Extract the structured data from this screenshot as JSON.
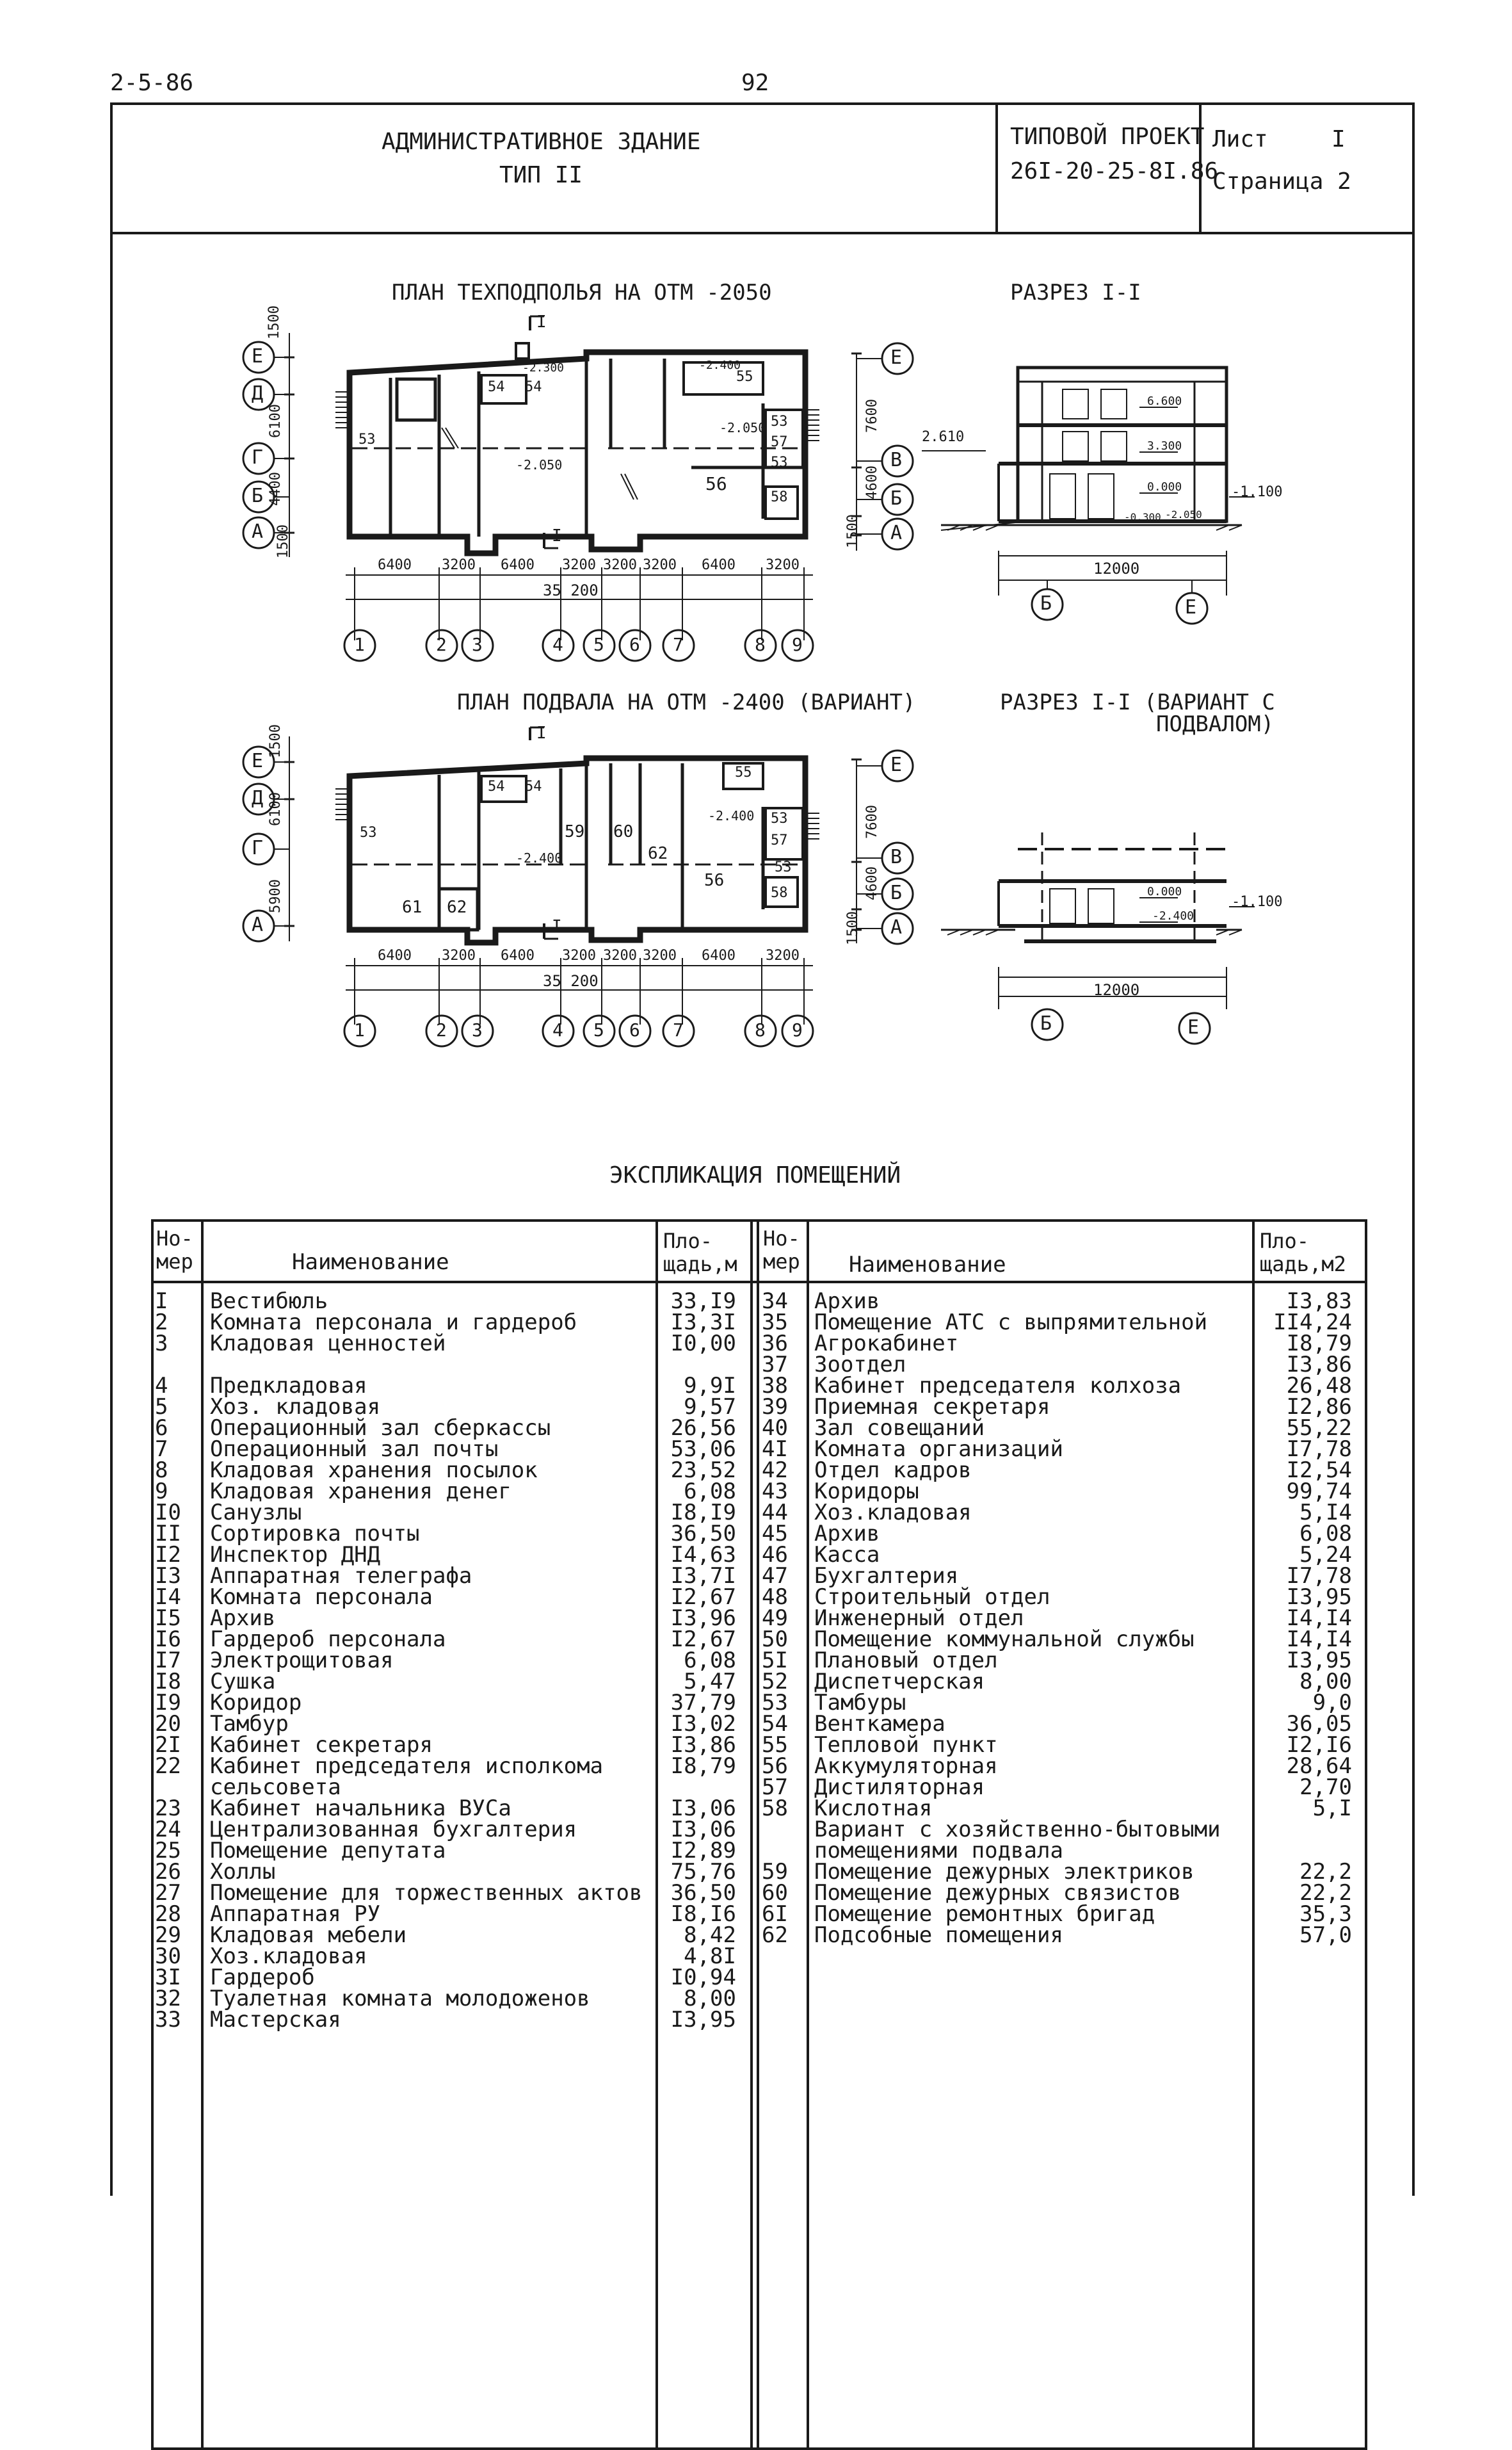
{
  "header": {
    "code": "2-5-86",
    "page_number": "92",
    "title_line1": "АДМИНИСТРАТИВНОЕ ЗДАНИЕ",
    "title_line2": "ТИП II",
    "project_label": "ТИПОВОЙ ПРОЕКТ",
    "project_number": "26I-20-25-8I.86",
    "sheet_label": "Лист",
    "sheet_value": "I",
    "page_label": "Страница 2"
  },
  "drawings": {
    "plan1_title": "ПЛАН ТЕХПОДПОЛЬЯ НА ОТМ -2050",
    "section1_title": "РАЗРЕЗ I-I",
    "plan2_title": "ПЛАН ПОДВАЛА НА ОТМ -2400 (ВАРИАНТ)",
    "section2_title_line1": "РАЗРЕЗ I-I (ВАРИАНТ С",
    "section2_title_line2": "ПОДВАЛОМ)",
    "axes_letters_left": [
      "Е",
      "Д",
      "Г",
      "Б",
      "А"
    ],
    "axes_letters_right": [
      "Е",
      "В",
      "Б",
      "А"
    ],
    "axes_numbers": [
      "1",
      "2",
      "3",
      "4",
      "5",
      "6",
      "7",
      "8",
      "9"
    ],
    "dims_bottom": [
      "6400",
      "3200",
      "6400",
      "3200",
      "3200",
      "3200",
      "6400",
      "3200"
    ],
    "dim_total": "35 200",
    "dims_left_plan1": [
      "1500",
      "6100",
      "4400",
      "1500"
    ],
    "dims_left_plan2": [
      "1500",
      "6100",
      "5900"
    ],
    "dims_right": [
      "7600",
      "4600",
      "1500"
    ],
    "plan1_rooms": [
      "53",
      "54",
      "54",
      "55",
      "53",
      "57",
      "53",
      "56",
      "58"
    ],
    "plan1_levels": [
      "-2.050",
      "-2.050",
      "-2.300",
      "-2.400"
    ],
    "plan1_section_mark": "I",
    "plan2_rooms": [
      "53",
      "54",
      "54",
      "59",
      "60",
      "55",
      "53",
      "57",
      "62",
      "56",
      "53",
      "58",
      "61",
      "62"
    ],
    "plan2_levels": [
      "-2.400",
      "-2.400"
    ],
    "section1_levels": [
      "6.600",
      "3.300",
      "0.000",
      "-0.300",
      "-2.050",
      "2.610",
      "-1.100"
    ],
    "section1_dim": "12000",
    "section1_axes": [
      "Б",
      "Е"
    ],
    "section2_levels": [
      "0.000",
      "-2.400",
      "-1.100"
    ],
    "section2_dim": "12000",
    "section2_axes": [
      "Б",
      "Е"
    ]
  },
  "table": {
    "title": "ЭКСПЛИКАЦИЯ ПОМЕЩЕНИЙ",
    "col_no_line1": "Но-",
    "col_no_line2": "мер",
    "col_name": "Наименование",
    "col_area_line1": "Пло-",
    "col_area_line2_left": "щадь,м",
    "col_area_line2_right": "щадь,м2",
    "left_rows": [
      {
        "no": "I",
        "name": "Вестибюль",
        "area": "33,I9"
      },
      {
        "no": "2",
        "name": "Комната персонала и гардероб",
        "area": "I3,3I"
      },
      {
        "no": "3",
        "name": "Кладовая ценностей",
        "area": "I0,00"
      },
      {
        "no": "",
        "name": "",
        "area": ""
      },
      {
        "no": "4",
        "name": "Предкладовая",
        "area": "9,9I"
      },
      {
        "no": "5",
        "name": "Хоз. кладовая",
        "area": "9,57"
      },
      {
        "no": "6",
        "name": "Операционный зал сберкассы",
        "area": "26,56"
      },
      {
        "no": "7",
        "name": "Операционный зал почты",
        "area": "53,06"
      },
      {
        "no": "8",
        "name": "Кладовая хранения посылок",
        "area": "23,52"
      },
      {
        "no": "9",
        "name": "Кладовая хранения денег",
        "area": "6,08"
      },
      {
        "no": "I0",
        "name": "Санузлы",
        "area": "I8,I9"
      },
      {
        "no": "II",
        "name": "Сортировка почты",
        "area": "36,50"
      },
      {
        "no": "I2",
        "name": "Инспектор ДНД",
        "area": "I4,63"
      },
      {
        "no": "I3",
        "name": "Аппаратная телеграфа",
        "area": "I3,7I"
      },
      {
        "no": "I4",
        "name": "Комната персонала",
        "area": "I2,67"
      },
      {
        "no": "I5",
        "name": "Архив",
        "area": "I3,96"
      },
      {
        "no": "I6",
        "name": "Гардероб персонала",
        "area": "I2,67"
      },
      {
        "no": "I7",
        "name": "Электрощитовая",
        "area": "6,08"
      },
      {
        "no": "I8",
        "name": "Сушка",
        "area": "5,47"
      },
      {
        "no": "I9",
        "name": "Коридор",
        "area": "37,79"
      },
      {
        "no": "20",
        "name": "Тамбур",
        "area": "I3,02"
      },
      {
        "no": "2I",
        "name": "Кабинет секретаря",
        "area": "I3,86"
      },
      {
        "no": "22",
        "name": "Кабинет председателя исполкома",
        "area": "I8,79"
      },
      {
        "no": "",
        "name": "сельсовета",
        "area": ""
      },
      {
        "no": "23",
        "name": "Кабинет начальника ВУСа",
        "area": "I3,06"
      },
      {
        "no": "24",
        "name": "Централизованная бухгалтерия",
        "area": "I3,06"
      },
      {
        "no": "25",
        "name": "Помещение депутата",
        "area": "I2,89"
      },
      {
        "no": "26",
        "name": "Холлы",
        "area": "75,76"
      },
      {
        "no": "27",
        "name": "Помещение для торжественных актов",
        "area": "36,50"
      },
      {
        "no": "28",
        "name": "Аппаратная РУ",
        "area": "I8,I6"
      },
      {
        "no": "29",
        "name": "Кладовая мебели",
        "area": "8,42"
      },
      {
        "no": "30",
        "name": "Хоз.кладовая",
        "area": "4,8I"
      },
      {
        "no": "3I",
        "name": "Гардероб",
        "area": "I0,94"
      },
      {
        "no": "32",
        "name": "Туалетная комната молодоженов",
        "area": "8,00"
      },
      {
        "no": "33",
        "name": "Мастерская",
        "area": "I3,95"
      }
    ],
    "right_rows": [
      {
        "no": "34",
        "name": "Архив",
        "area": "I3,83"
      },
      {
        "no": "35",
        "name": "Помещение АТС с выпрямительной",
        "area": "II4,24"
      },
      {
        "no": "36",
        "name": "Агрокабинет",
        "area": "I8,79"
      },
      {
        "no": "37",
        "name": "Зоотдел",
        "area": "I3,86"
      },
      {
        "no": "38",
        "name": "Кабинет председателя колхоза",
        "area": "26,48"
      },
      {
        "no": "39",
        "name": "Приемная секретаря",
        "area": "I2,86"
      },
      {
        "no": "40",
        "name": "Зал совещаний",
        "area": "55,22"
      },
      {
        "no": "4I",
        "name": "Комната организаций",
        "area": "I7,78"
      },
      {
        "no": "42",
        "name": "Отдел кадров",
        "area": "I2,54"
      },
      {
        "no": "43",
        "name": "Коридоры",
        "area": "99,74"
      },
      {
        "no": "44",
        "name": "Хоз.кладовая",
        "area": "5,I4"
      },
      {
        "no": "45",
        "name": "Архив",
        "area": "6,08"
      },
      {
        "no": "46",
        "name": "Касса",
        "area": "5,24"
      },
      {
        "no": "47",
        "name": "Бухгалтерия",
        "area": "I7,78"
      },
      {
        "no": "48",
        "name": "Строительный отдел",
        "area": "I3,95"
      },
      {
        "no": "49",
        "name": "Инженерный отдел",
        "area": "I4,I4"
      },
      {
        "no": "50",
        "name": "Помещение коммунальной службы",
        "area": "I4,I4"
      },
      {
        "no": "5I",
        "name": "Плановый отдел",
        "area": "I3,95"
      },
      {
        "no": "52",
        "name": "Диспетчерская",
        "area": "8,00"
      },
      {
        "no": "53",
        "name": "Тамбуры",
        "area": "9,0"
      },
      {
        "no": "54",
        "name": "Венткамера",
        "area": "36,05"
      },
      {
        "no": "55",
        "name": "Тепловой пункт",
        "area": "I2,I6"
      },
      {
        "no": "56",
        "name": "Аккумуляторная",
        "area": "28,64"
      },
      {
        "no": "57",
        "name": "Дистиляторная",
        "area": "2,70"
      },
      {
        "no": "58",
        "name": "Кислотная",
        "area": "5,I"
      },
      {
        "no": "",
        "name": "Вариант с хозяйственно-бытовыми",
        "area": ""
      },
      {
        "no": "",
        "name": "помещениями подвала",
        "area": ""
      },
      {
        "no": "59",
        "name": "Помещение дежурных электриков",
        "area": "22,2"
      },
      {
        "no": "60",
        "name": "Помещение дежурных связистов",
        "area": "22,2"
      },
      {
        "no": "6I",
        "name": "Помещение ремонтных бригад",
        "area": "35,3"
      },
      {
        "no": "62",
        "name": "Подсобные помещения",
        "area": "57,0"
      }
    ]
  }
}
